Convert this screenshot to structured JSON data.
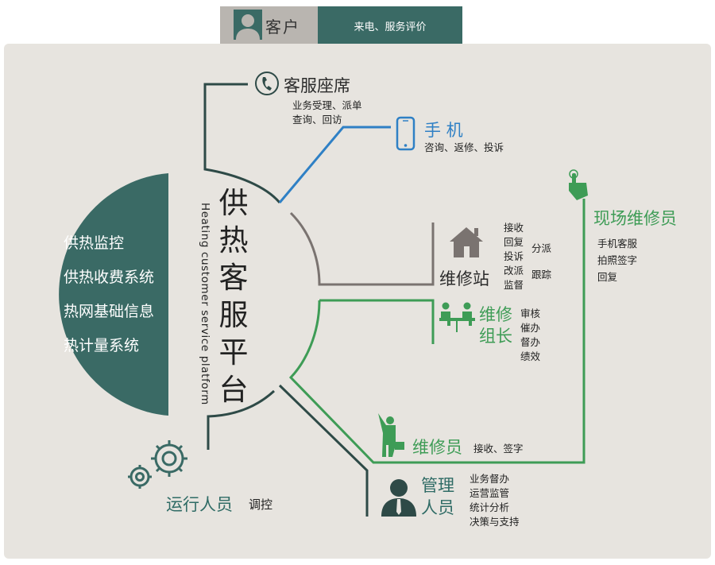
{
  "customer": {
    "label": "客户",
    "description": "来电、服务评价"
  },
  "center": {
    "title_cn": "供热客服平台",
    "title_en": "Heating customer service platform"
  },
  "left_systems": [
    "供热监控",
    "供热收费系统",
    "热网基础信息",
    "热计量系统"
  ],
  "nodes": {
    "service_seat": {
      "label": "客服座席",
      "lines": [
        "业务受理、派单",
        "查询、回访"
      ]
    },
    "mobile": {
      "label": "手 机",
      "lines": [
        "咨询、返修、投诉"
      ]
    },
    "field_repair": {
      "label": "现场维修员",
      "lines": [
        "手机客服",
        "拍照签字",
        "回复"
      ]
    },
    "repair_station": {
      "label": "维修站",
      "lines_left": [
        "接收",
        "回复",
        "投诉",
        "改派",
        "监督"
      ],
      "lines_right": [
        "分派",
        "跟踪"
      ]
    },
    "repair_team_leader": {
      "label_line1": "维修",
      "label_line2": "组长",
      "lines": [
        "审核",
        "催办",
        "督办",
        "绩效"
      ]
    },
    "repairman": {
      "label": "维修员",
      "desc": "接收、签字"
    },
    "management": {
      "label_line1": "管理",
      "label_line2": "人员",
      "lines": [
        "业务督办",
        "运营监管",
        "统计分析",
        "决策与支持"
      ]
    },
    "operations": {
      "label": "运行人员",
      "desc": "调控"
    }
  },
  "colors": {
    "teal": "#3a6a65",
    "blue": "#2f80c5",
    "green": "#3e9c56",
    "gray": "#7a7370",
    "dark": "#2e4a47"
  }
}
